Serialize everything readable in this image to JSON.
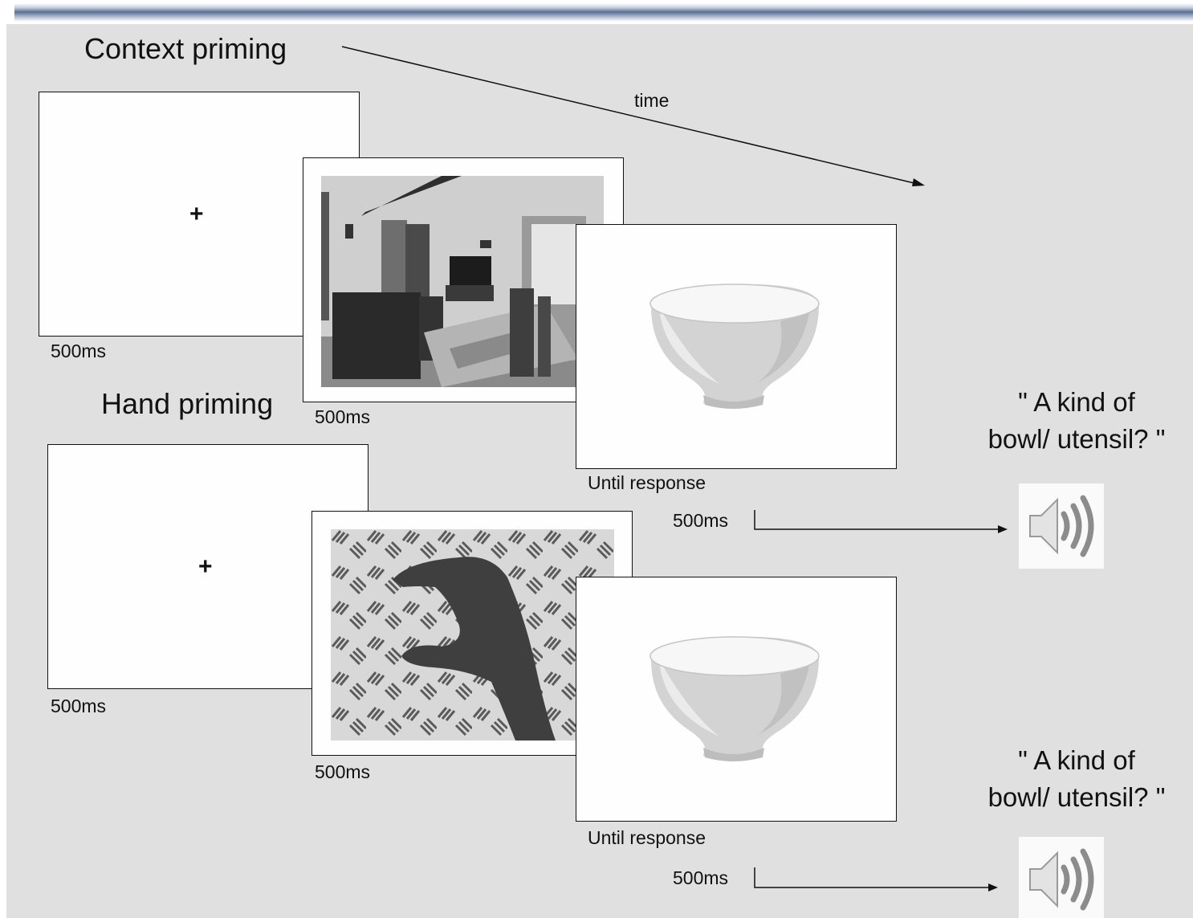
{
  "sections": {
    "context": {
      "title": "Context priming",
      "fixation": {
        "symbol": "+",
        "duration": "500ms"
      },
      "prime": {
        "duration": "500ms",
        "picture": "living-room-photo"
      },
      "target": {
        "duration": "Until response",
        "picture": "bowl-photo"
      },
      "audio": {
        "delay": "500ms",
        "question_line1": "\" A kind of",
        "question_line2": "bowl/ utensil? \""
      }
    },
    "hand": {
      "title": "Hand priming",
      "fixation": {
        "symbol": "+",
        "duration": "500ms"
      },
      "prime": {
        "duration": "500ms",
        "picture": "hand-grip-photo"
      },
      "target": {
        "duration": "Until response",
        "picture": "bowl-photo"
      },
      "audio": {
        "delay": "500ms",
        "question_line1": "\" A kind of",
        "question_line2": "bowl/ utensil? \""
      }
    }
  },
  "time_label": "time",
  "colors": {
    "background": "#e0e0e0",
    "frame": "#fefefe",
    "line": "#111111"
  }
}
